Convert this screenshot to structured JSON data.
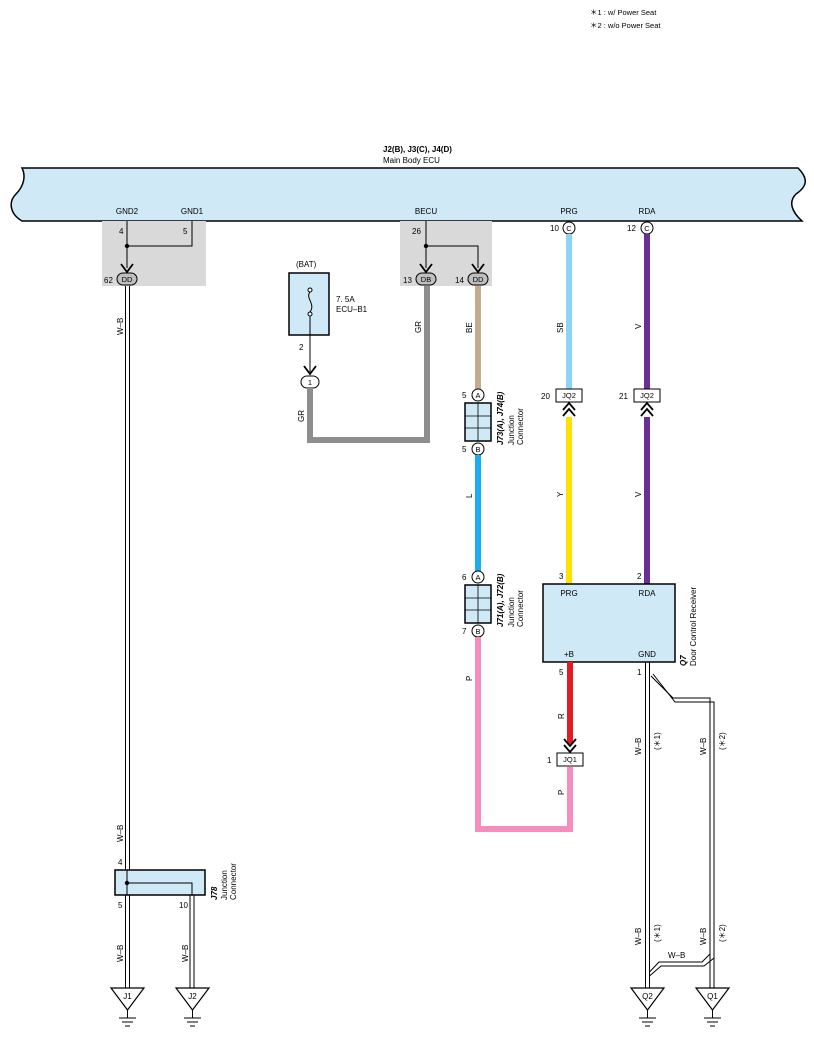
{
  "notes": [
    "＊1 : w/ Power Seat",
    "＊2 : w/o Power Seat"
  ],
  "ecu": {
    "code": "J2(B), J3(C), J4(D)",
    "name": "Main Body ECU",
    "pins": {
      "gnd2": "GND2",
      "gnd1": "GND1",
      "becu": "BECU",
      "prg": "PRG",
      "rda": "RDA"
    },
    "pin_numbers": {
      "gnd2": "4",
      "gnd1": "5",
      "becu": "26",
      "prg": "10",
      "rda": "12"
    },
    "connectors": {
      "prg": "C",
      "rda": "C"
    }
  },
  "ground_split": {
    "pin": "62",
    "conn": "DD"
  },
  "becu_split": {
    "left_pin": "13",
    "left_conn": "DB",
    "right_pin": "14",
    "right_conn": "DD"
  },
  "fuse": {
    "source": "(BAT)",
    "rating": "7. 5A",
    "name": "ECU–B1",
    "out_pin": "2",
    "term": "1"
  },
  "wire_colors": {
    "gr": "GR",
    "be": "BE",
    "sb": "SB",
    "v": "V",
    "y": "Y",
    "l": "L",
    "p": "P",
    "r": "R",
    "wb": "W–B"
  },
  "j73": {
    "code": "J73(A), J74(B)",
    "name": "Junction Connector",
    "pin_a": "5",
    "conn_a": "A",
    "pin_b": "5",
    "conn_b": "B"
  },
  "j71": {
    "code": "J71(A), J72(B)",
    "name": "Junction Connector",
    "pin_a": "6",
    "conn_a": "A",
    "pin_b": "7",
    "conn_b": "B"
  },
  "jq2_prg": {
    "pin": "20",
    "label": "JQ2"
  },
  "jq2_rda": {
    "pin": "21",
    "label": "JQ2"
  },
  "jq1": {
    "pin": "1",
    "label": "JQ1"
  },
  "q7": {
    "code": "Q7",
    "name": "Door Control Receiver",
    "pins": {
      "prg": "PRG",
      "rda": "RDA",
      "b": "+B",
      "gnd": "GND"
    },
    "pin_numbers": {
      "prg": "3",
      "rda": "2",
      "b": "5",
      "gnd": "1"
    }
  },
  "j78": {
    "code": "J78",
    "name": "Junction Connector",
    "pin_in": "4",
    "pin_out1": "5",
    "pin_out2": "10"
  },
  "conditions": {
    "w_power_seat": "(＊1)",
    "wo_power_seat": "(＊2)"
  },
  "grounds": [
    "J1",
    "J2",
    "Q2",
    "Q1"
  ],
  "colors": {
    "ecu_fill": "#cfe9f6",
    "shade": "#d9d9d9",
    "gr": "#8e8e8e",
    "be": "#c4ab8f",
    "sb": "#8dd3f2",
    "v": "#6a2f97",
    "y": "#ffe100",
    "l": "#1aaef0",
    "p": "#f58dbd",
    "r": "#e31b23"
  }
}
